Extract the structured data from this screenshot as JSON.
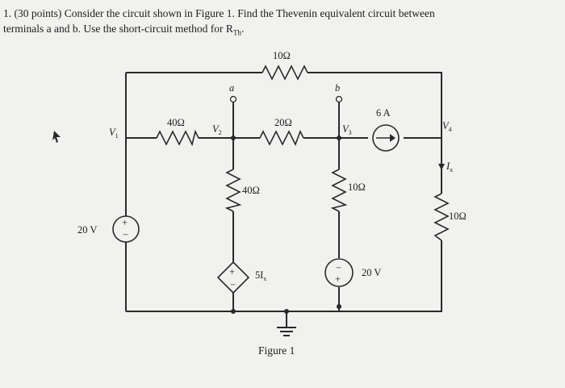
{
  "problem": {
    "line1": "1.  (30 points) Consider the circuit shown in Figure 1.  Find the Thevenin equivalent circuit between",
    "line2_pre": "terminals a and b. Use the short-circuit method for R",
    "line2_sub": "Th",
    "line2_end": "."
  },
  "circuit": {
    "r_top": "10Ω",
    "r_40_series": "40Ω",
    "r_20_series": "20Ω",
    "r_40_shunt": "40Ω",
    "r_10_shunt": "10Ω",
    "r_10_right": "10Ω",
    "cs_6a": "6 A",
    "vs_20_left": "20 V",
    "vs_20_mid": "20 V",
    "dep_source": "5I",
    "dep_source_sub": "x",
    "node_a": "a",
    "node_b": "b",
    "v1": "V",
    "v1_sub": "1",
    "v2": "V",
    "v2_sub": "2",
    "v3": "V",
    "v3_sub": "3",
    "v4": "V",
    "v4_sub": "4",
    "ix": "I",
    "ix_sub": "x",
    "plus": "+",
    "minus": "−"
  },
  "figure_caption": "Figure 1"
}
